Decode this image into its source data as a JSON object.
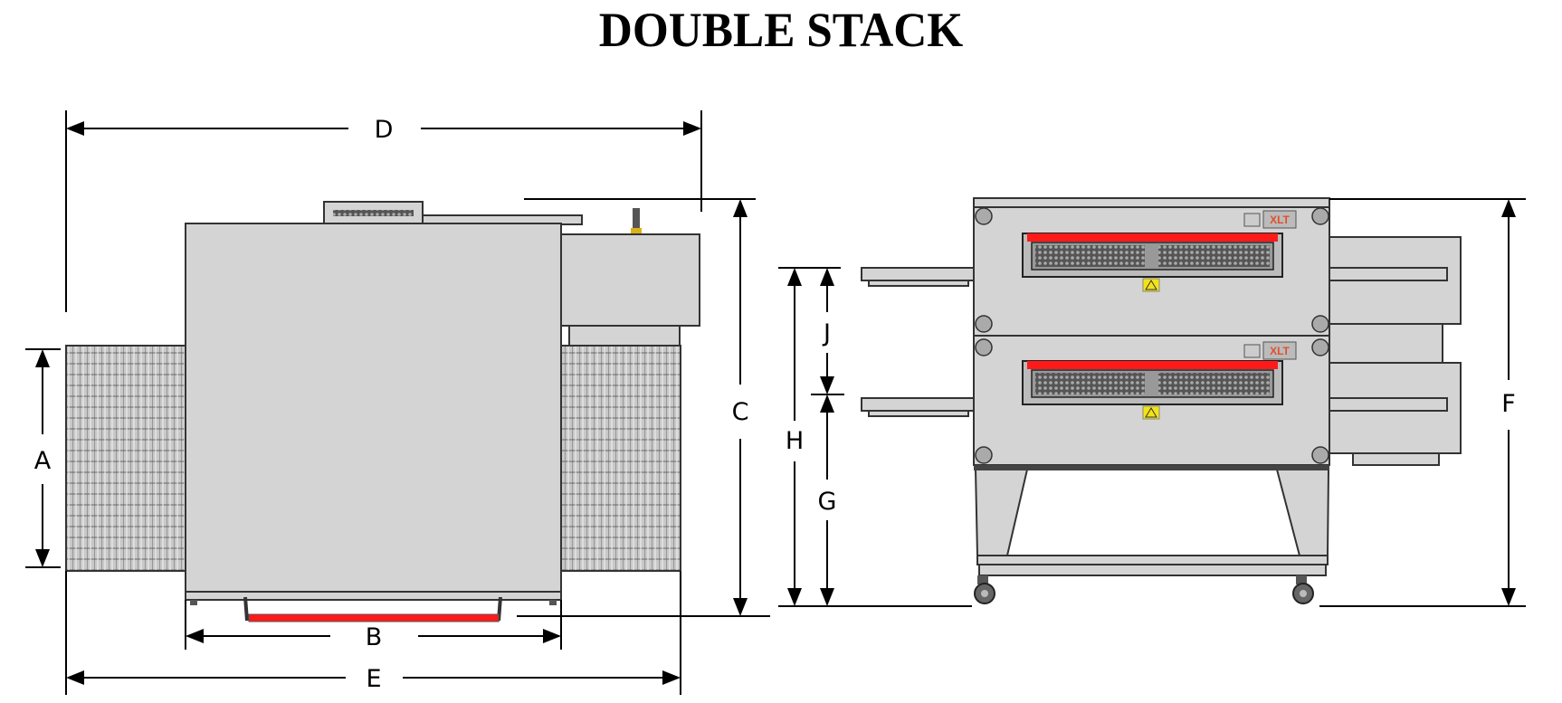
{
  "title": "DOUBLE STACK",
  "dimensions": {
    "a": "A",
    "b": "B",
    "c": "C",
    "d": "D",
    "e": "E",
    "f": "F",
    "g": "G",
    "h": "H",
    "j": "J"
  },
  "logo": "XLT",
  "colors": {
    "handle_red": "#ff1a1a",
    "steel": "#d4d4d4",
    "warning_yellow": "#f2e21a",
    "logo_orange": "#e0502a"
  }
}
